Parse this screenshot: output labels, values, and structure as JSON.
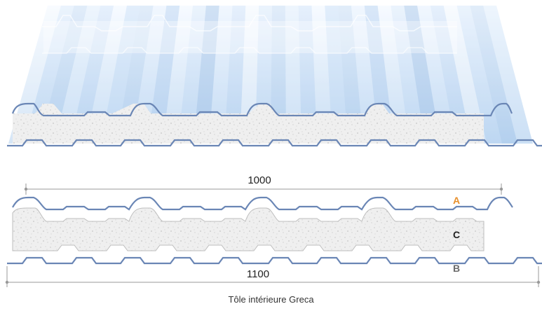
{
  "dimensions": {
    "inner_width": "1000",
    "total_width": "1100"
  },
  "layers": {
    "a": "A",
    "b": "B",
    "c": "C"
  },
  "caption": "Tôle intérieure Greca",
  "colors": {
    "sheet_stroke": "#6a86b5",
    "foam_fill": "#eeeeee",
    "label_a": "#e8902c",
    "label_b": "#6a6a6a",
    "label_c": "#222222",
    "dimension_line": "#999999"
  }
}
